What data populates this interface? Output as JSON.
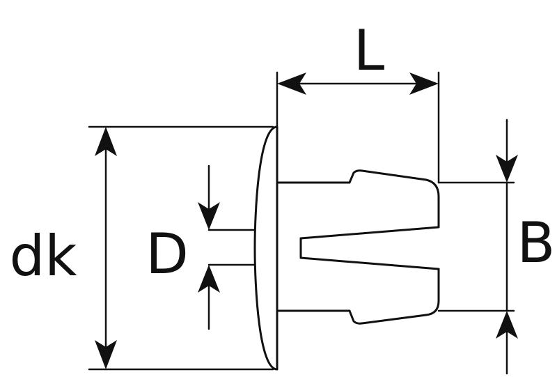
{
  "labels": {
    "length": "L",
    "head_diameter": "dk",
    "shank_diameter": "D",
    "hole_size": "B"
  },
  "colors": {
    "line": "#111111",
    "background": "#ffffff"
  }
}
